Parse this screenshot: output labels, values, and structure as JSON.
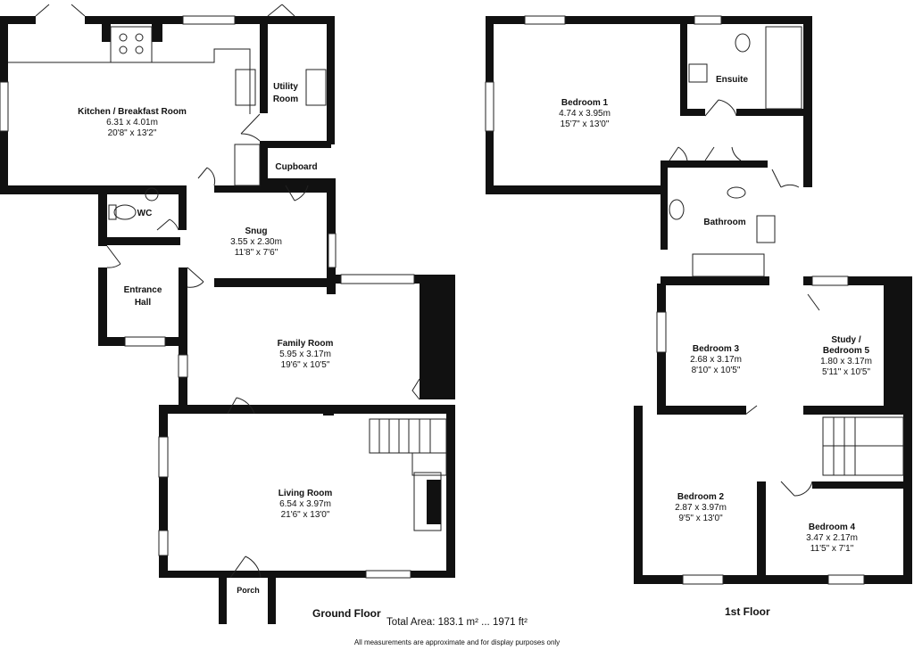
{
  "ground_floor": {
    "label": "Ground Floor",
    "rooms": [
      {
        "id": "kitchen",
        "name": "Kitchen / Breakfast Room",
        "metric": "6.31 x 4.01m",
        "imperial": "20'8\" x 13'2\""
      },
      {
        "id": "utility",
        "name": "Utility Room"
      },
      {
        "id": "cupboard",
        "name": "Cupboard"
      },
      {
        "id": "wc",
        "name": "WC"
      },
      {
        "id": "snug",
        "name": "Snug",
        "metric": "3.55 x 2.30m",
        "imperial": "11'8\" x 7'6\""
      },
      {
        "id": "entrance-hall",
        "name": "Entrance Hall"
      },
      {
        "id": "family-room",
        "name": "Family Room",
        "metric": "5.95 x 3.17m",
        "imperial": "19'6\" x 10'5\""
      },
      {
        "id": "living-room",
        "name": "Living Room",
        "metric": "6.54 x 3.97m",
        "imperial": "21'6\" x 13'0\""
      },
      {
        "id": "porch",
        "name": "Porch"
      }
    ]
  },
  "first_floor": {
    "label": "1st Floor",
    "rooms": [
      {
        "id": "bedroom-1",
        "name": "Bedroom 1",
        "metric": "4.74 x 3.95m",
        "imperial": "15'7\" x 13'0\""
      },
      {
        "id": "ensuite",
        "name": "Ensuite"
      },
      {
        "id": "bathroom",
        "name": "Bathroom"
      },
      {
        "id": "bedroom-3",
        "name": "Bedroom 3",
        "metric": "2.68 x 3.17m",
        "imperial": "8'10\" x 10'5\""
      },
      {
        "id": "study",
        "name": "Study / Bedroom 5",
        "metric": "1.80 x 3.17m",
        "imperial": "5'11\" x 10'5\""
      },
      {
        "id": "bedroom-2",
        "name": "Bedroom 2",
        "metric": "2.87 x 3.97m",
        "imperial": "9'5\" x 13'0\""
      },
      {
        "id": "bedroom-4",
        "name": "Bedroom 4",
        "metric": "3.47 x 2.17m",
        "imperial": "11'5\" x 7'1\""
      }
    ]
  },
  "footer": {
    "total_area": "Total Area: 183.1 m² ... 1971 ft²",
    "disclaimer": "All measurements are approximate and for display purposes only"
  }
}
